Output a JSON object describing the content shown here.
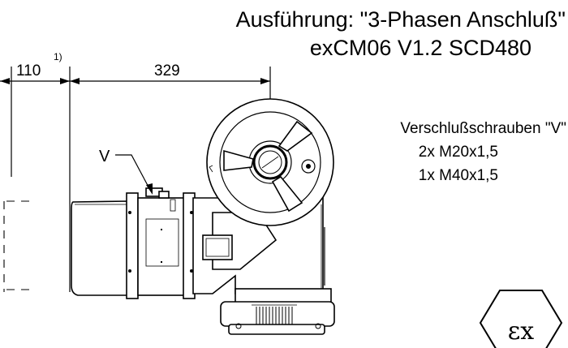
{
  "title": {
    "line1": "Ausführung: \"3-Phasen Anschluß\"",
    "line2": "exCM06 V1.2 SCD480"
  },
  "dimensions": {
    "left_value": "110",
    "left_superscript": "1)",
    "main_value": "329"
  },
  "labels": {
    "plug_marker": "V"
  },
  "note": {
    "heading": "Verschlußschrauben \"V\"",
    "line1": "2x M20x1,5",
    "line2": "1x M40x1,5"
  },
  "ex_mark": {
    "symbol": "εx"
  }
}
